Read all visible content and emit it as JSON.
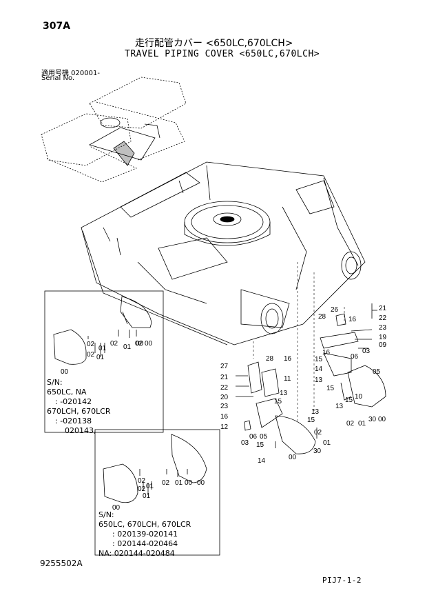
{
  "header": {
    "page_no": "307A",
    "title_jp": "走行配管カバー <650LC,670LCH>",
    "title_en": "TRAVEL PIPING COVER <650LC,670LCH>",
    "serial_label_jp": "適用号機  020001-",
    "serial_label_en": "Serial No."
  },
  "inset1": {
    "parts": [
      "00",
      "02",
      "01",
      "02",
      "01",
      "02",
      "00",
      "02",
      "01",
      "00"
    ],
    "sn_lines": [
      "S/N:",
      "650LC, NA",
      ": -020142",
      "670LCH, 670LCR",
      ": -020138",
      "020143,"
    ]
  },
  "inset2": {
    "parts": [
      "02",
      "01",
      "00",
      "02",
      "01",
      "02",
      "01",
      "00",
      "00"
    ],
    "sn_lines": [
      "S/N:",
      "650LC, 670LCH, 670LCR",
      ": 020139-020141",
      ": 020144-020464",
      "NA: 020144-020484"
    ]
  },
  "main_labels": {
    "right_stack": [
      "26",
      "28",
      "16",
      "21",
      "22",
      "23",
      "19",
      "09",
      "03",
      "06",
      "05",
      "16",
      "15",
      "14",
      "13",
      "15",
      "13",
      "15",
      "10",
      "02",
      "01",
      "30",
      "00"
    ],
    "left_stack": [
      "27",
      "28",
      "16",
      "21",
      "22",
      "20",
      "23",
      "16",
      "12",
      "11",
      "13",
      "15",
      "13",
      "15",
      "02",
      "01",
      "30",
      "03",
      "06",
      "05",
      "15",
      "14",
      "00"
    ]
  },
  "footer": {
    "doc_no": "9255502A",
    "page_ref": "PIJ7-1-2"
  }
}
